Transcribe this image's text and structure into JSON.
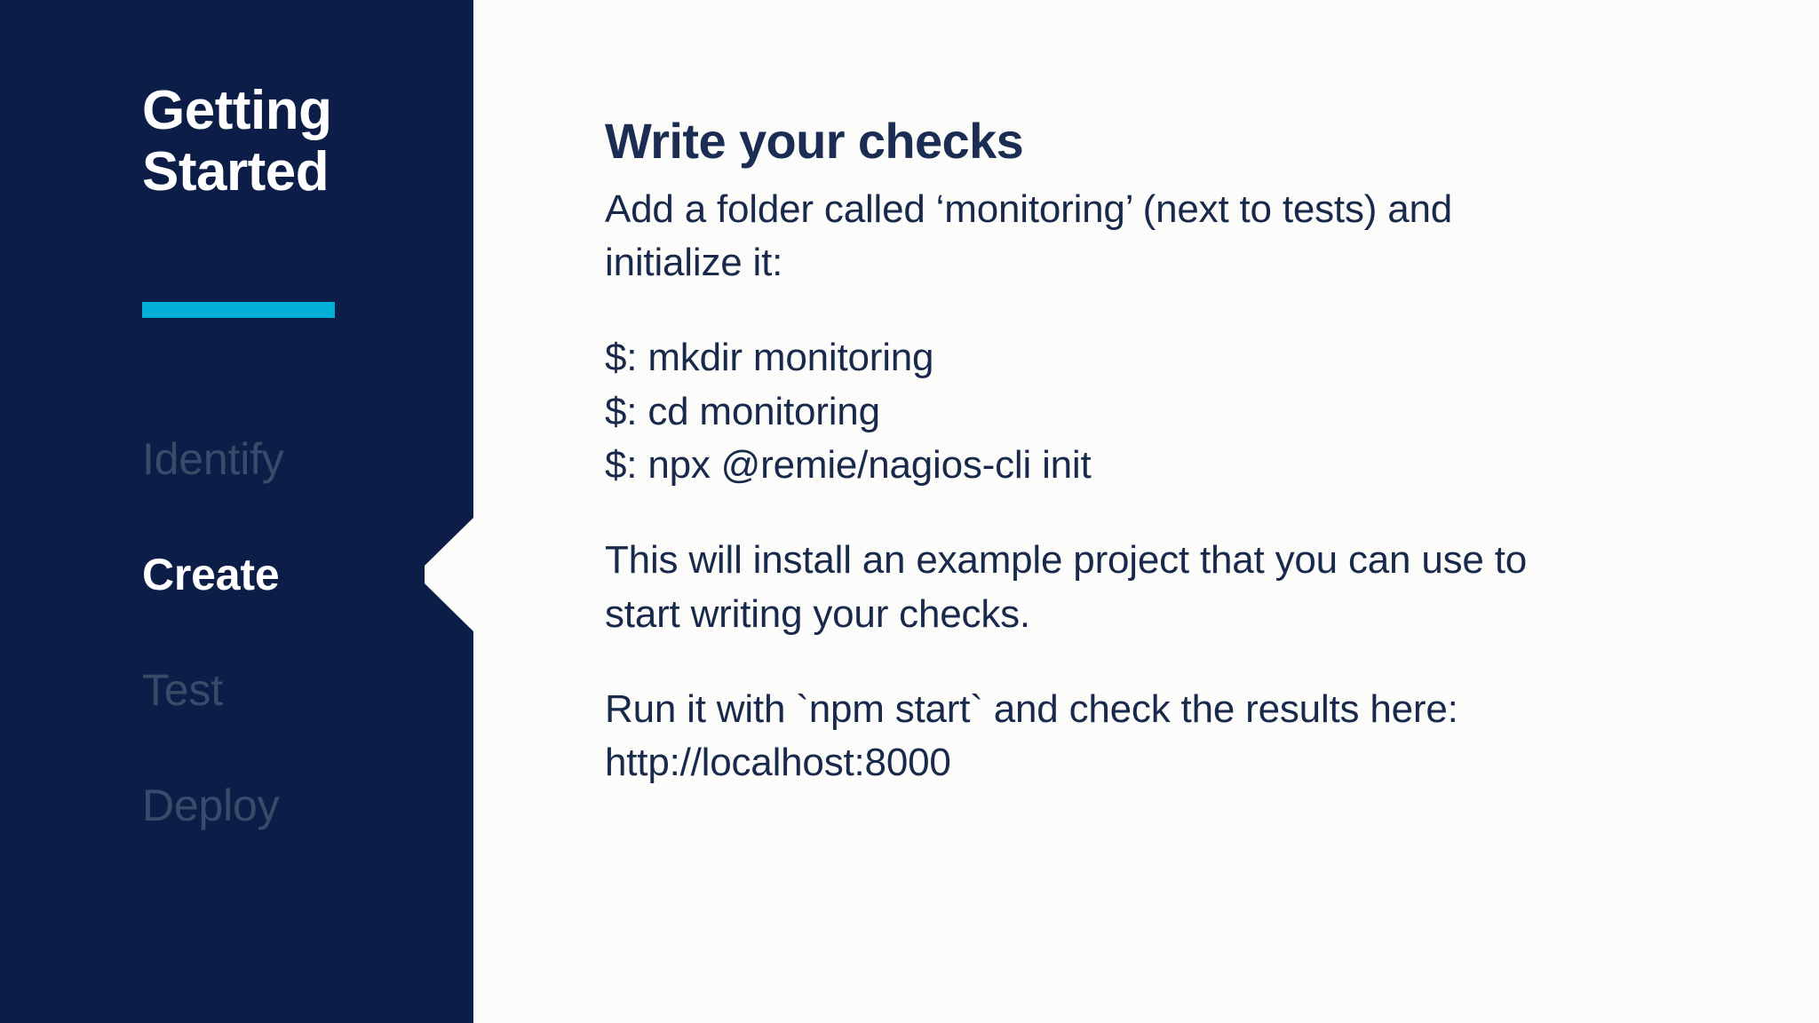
{
  "colors": {
    "sidebar_bg": "#0C1E47",
    "content_bg": "#FCFDFA",
    "accent_rule": "#00AFD7",
    "nav_inactive": "#394B69",
    "nav_active": "#FFFFFF",
    "heading": "#1B2D52",
    "body_text": "#18294C"
  },
  "sidebar": {
    "title_line_1": "Getting",
    "title_line_2": "Started",
    "divider": "accent-rule",
    "items": [
      {
        "label": "Identify",
        "active": false
      },
      {
        "label": "Create",
        "active": true
      },
      {
        "label": "Test",
        "active": false
      },
      {
        "label": "Deploy",
        "active": false
      }
    ]
  },
  "content": {
    "title": "Write your checks",
    "intro_line_1": "Add a folder called ‘monitoring’ (next to tests) and",
    "intro_line_2": "initialize it:",
    "commands": [
      "$: mkdir monitoring",
      "$: cd monitoring",
      "$: npx @remie/nagios-cli init"
    ],
    "explain_line_1": "This will install an example project that you can use to",
    "explain_line_2": "start writing your checks.",
    "run_line_1": "Run it with `npm start` and check the results here:",
    "run_line_2": "http://localhost:8000"
  }
}
